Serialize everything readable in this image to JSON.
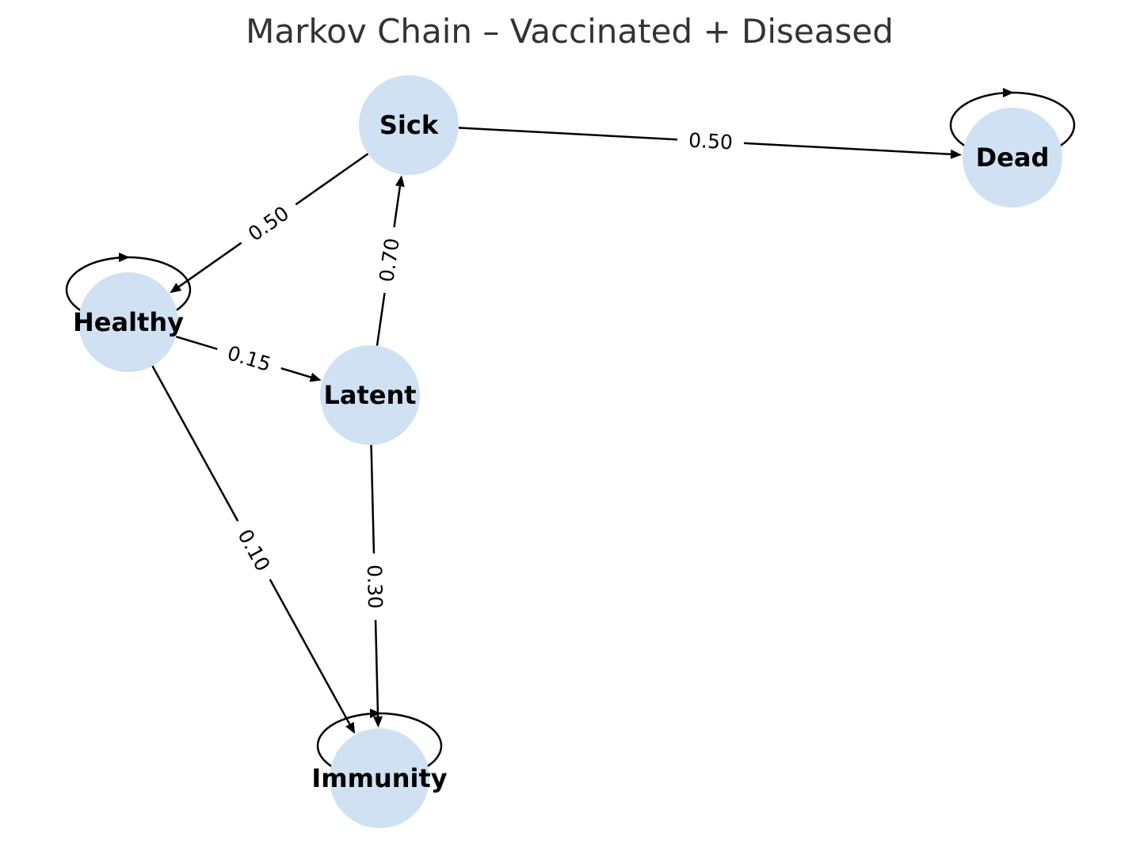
{
  "title": "Markov Chain – Vaccinated + Diseased",
  "colors": {
    "node_fill": "#cfe1f2",
    "edge": "#000000",
    "title": "#333333"
  },
  "nodes": [
    {
      "id": "sick",
      "label": "Sick"
    },
    {
      "id": "dead",
      "label": "Dead"
    },
    {
      "id": "healthy",
      "label": "Healthy"
    },
    {
      "id": "latent",
      "label": "Latent"
    },
    {
      "id": "immunity",
      "label": "Immunity"
    }
  ],
  "edges": [
    {
      "from": "sick",
      "to": "dead",
      "label": "0.50"
    },
    {
      "from": "sick",
      "to": "healthy",
      "label": "0.50"
    },
    {
      "from": "latent",
      "to": "sick",
      "label": "0.70"
    },
    {
      "from": "healthy",
      "to": "latent",
      "label": "0.15"
    },
    {
      "from": "healthy",
      "to": "immunity",
      "label": "0.10"
    },
    {
      "from": "latent",
      "to": "immunity",
      "label": "0.30"
    },
    {
      "from": "healthy",
      "to": "healthy",
      "label": ""
    },
    {
      "from": "dead",
      "to": "dead",
      "label": ""
    },
    {
      "from": "immunity",
      "to": "immunity",
      "label": ""
    }
  ]
}
